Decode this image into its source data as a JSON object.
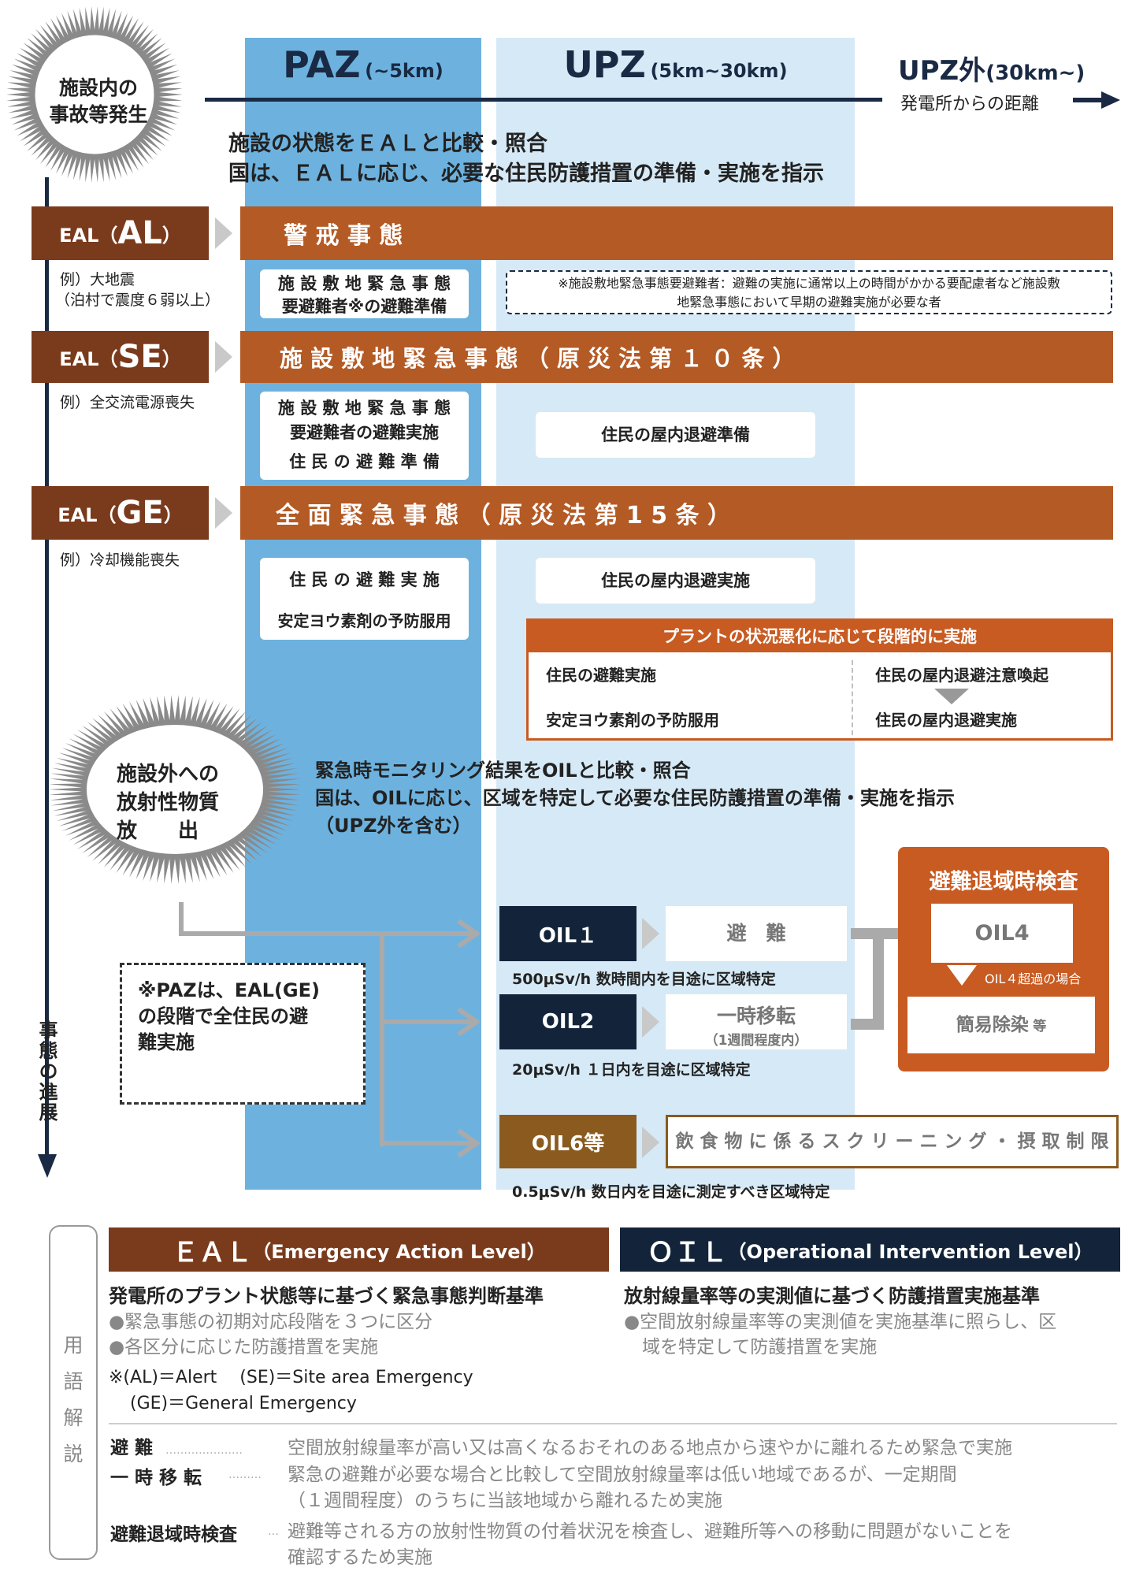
{
  "colors": {
    "paz": "#6db2df",
    "upz": "#d6e9f6",
    "brown": "#b45a25",
    "dark_brown": "#7a3b1c",
    "navy": "#13243a",
    "orange": "#c85b22"
  },
  "header": {
    "start_burst": "施設内の\n事故等発生",
    "paz_label": "PAZ",
    "paz_range": "(~5km)",
    "upz_label": "UPZ",
    "upz_range": "(5km~30km)",
    "outside_label": "UPZ外",
    "outside_range": "(30km~)",
    "distance_label": "発電所からの距離",
    "instruction_line1": "施設の状態をＥＡＬと比較・照合",
    "instruction_line2": "国は、ＥＡＬに応じ、必要な住民防護措置の準備・実施を指示"
  },
  "al": {
    "tag_prefix": "EAL（",
    "tag_code": "AL",
    "tag_suffix": "）",
    "bar": "警 戒 事 態",
    "example_line1": "例）大地震",
    "example_line2": "（泊村で震度６弱以上）",
    "paz_box": "施 設 敷 地 緊 急 事 態\n要避難者※の避難準備",
    "note": "※施設敷地緊急事態要避難者：避難の実施に通常以上の時間がかかる要配慮者など施設敷\n地緊急事態において早期の避難実施が必要な者"
  },
  "se": {
    "tag_prefix": "EAL（",
    "tag_code": "SE",
    "tag_suffix": "）",
    "bar": "施 設 敷 地 緊 急 事 態 （ 原 災 法 第 １ ０ 条 ）",
    "example": "例）全交流電源喪失",
    "paz_line1": "施 設 敷 地 緊 急 事 態",
    "paz_line2": "要避難者の避難実施",
    "paz_line3": "住 民 の 避 難 準 備",
    "upz_box": "住民の屋内退避準備"
  },
  "ge": {
    "tag_prefix": "EAL（",
    "tag_code": "GE",
    "tag_suffix": "）",
    "bar": "全 面 緊 急 事 態 （ 原 災 法 第 1 5 条 ）",
    "example": "例）冷却機能喪失",
    "paz_line1": "住 民 の 避 難 実 施",
    "paz_line2": "安定ヨウ素剤の予防服用",
    "upz_box": "住民の屋内退避実施",
    "stage_title": "プラントの状況悪化に応じて段階的に実施",
    "stage_left1": "住民の避難実施",
    "stage_left2": "安定ヨウ素剤の予防服用",
    "stage_right1": "住民の屋内退避注意喚起",
    "stage_right2": "住民の屋内退避実施"
  },
  "release": {
    "burst_line1": "施設外への",
    "burst_line2": "放射性物質",
    "burst_line3": "放　　出",
    "line1": "緊急時モニタリング結果をOILと比較・照合",
    "line2": "国は、OILに応じ、区域を特定して必要な住民防護措置の準備・実施を指示",
    "line3": "（UPZ外を含む）"
  },
  "progress_label": "事態の進展",
  "paz_note": "※PAZは、EAL(GE)\nの段階で全住民の避\n難実施",
  "oil": {
    "oil1": "OIL１",
    "oil1_action": "避　難",
    "oil1_criteria": "500μSv/h  数時間内を目途に区域特定",
    "oil2": "OIL2",
    "oil2_action": "一時移転",
    "oil2_sub": "（1週間程度内）",
    "oil2_criteria": "20μSv/h  １日内を目途に区域特定",
    "oil6": "OIL6等",
    "oil6_action": "飲 食 物 に 係 る ス ク リ ー ニ ン グ ・ 摂 取 制 限",
    "oil6_criteria": "0.5μSv/h  数日内を目途に測定すべき区域特定",
    "inspect_title": "避難退域時検査",
    "oil4": "OIL4",
    "oil4_note": "OIL４超過の場合",
    "decon": "簡易除染",
    "decon_suffix": "等"
  },
  "glossary": {
    "side_label": "用\n語\n解\n説",
    "eal_header": "ＥＡＬ",
    "eal_header_en": "（Emergency Action Level）",
    "eal_title": "発電所のプラント状態等に基づく緊急事態判断基準",
    "eal_bullet1": "●緊急事態の初期対応段階を３つに区分",
    "eal_bullet2": "●各区分に応じた防護措置を実施",
    "eal_note1": "※(AL)＝Alert　 (SE)＝Site area Emergency",
    "eal_note2": "(GE)＝General Emergency",
    "oil_header": "ＯＩＬ",
    "oil_header_en": "（Operational Intervention Level）",
    "oil_title": "放射線量率等の実測値に基づく防護措置実施基準",
    "oil_bullet1": "●空間放射線量率等の実測値を実施基準に照らし、区",
    "oil_bullet1b": "域を特定して防護措置を実施",
    "terms": [
      {
        "term": "避 難",
        "dots": "…………………",
        "desc": "空間放射線量率が高い又は高くなるおそれのある地点から速やかに離れるため緊急で実施"
      },
      {
        "term": "一 時 移 転",
        "dots": "………",
        "desc": "緊急の避難が必要な場合と比較して空間放射線量率は低い地域であるが、一定期間\n（１週間程度）のうちに当該地域から離れるため実施"
      },
      {
        "term": "避難退域時検査",
        "dots": "…",
        "desc": "避難等される方の放射性物質の付着状況を検査し、避難所等への移動に問題がないことを\n確認するため実施"
      }
    ]
  }
}
